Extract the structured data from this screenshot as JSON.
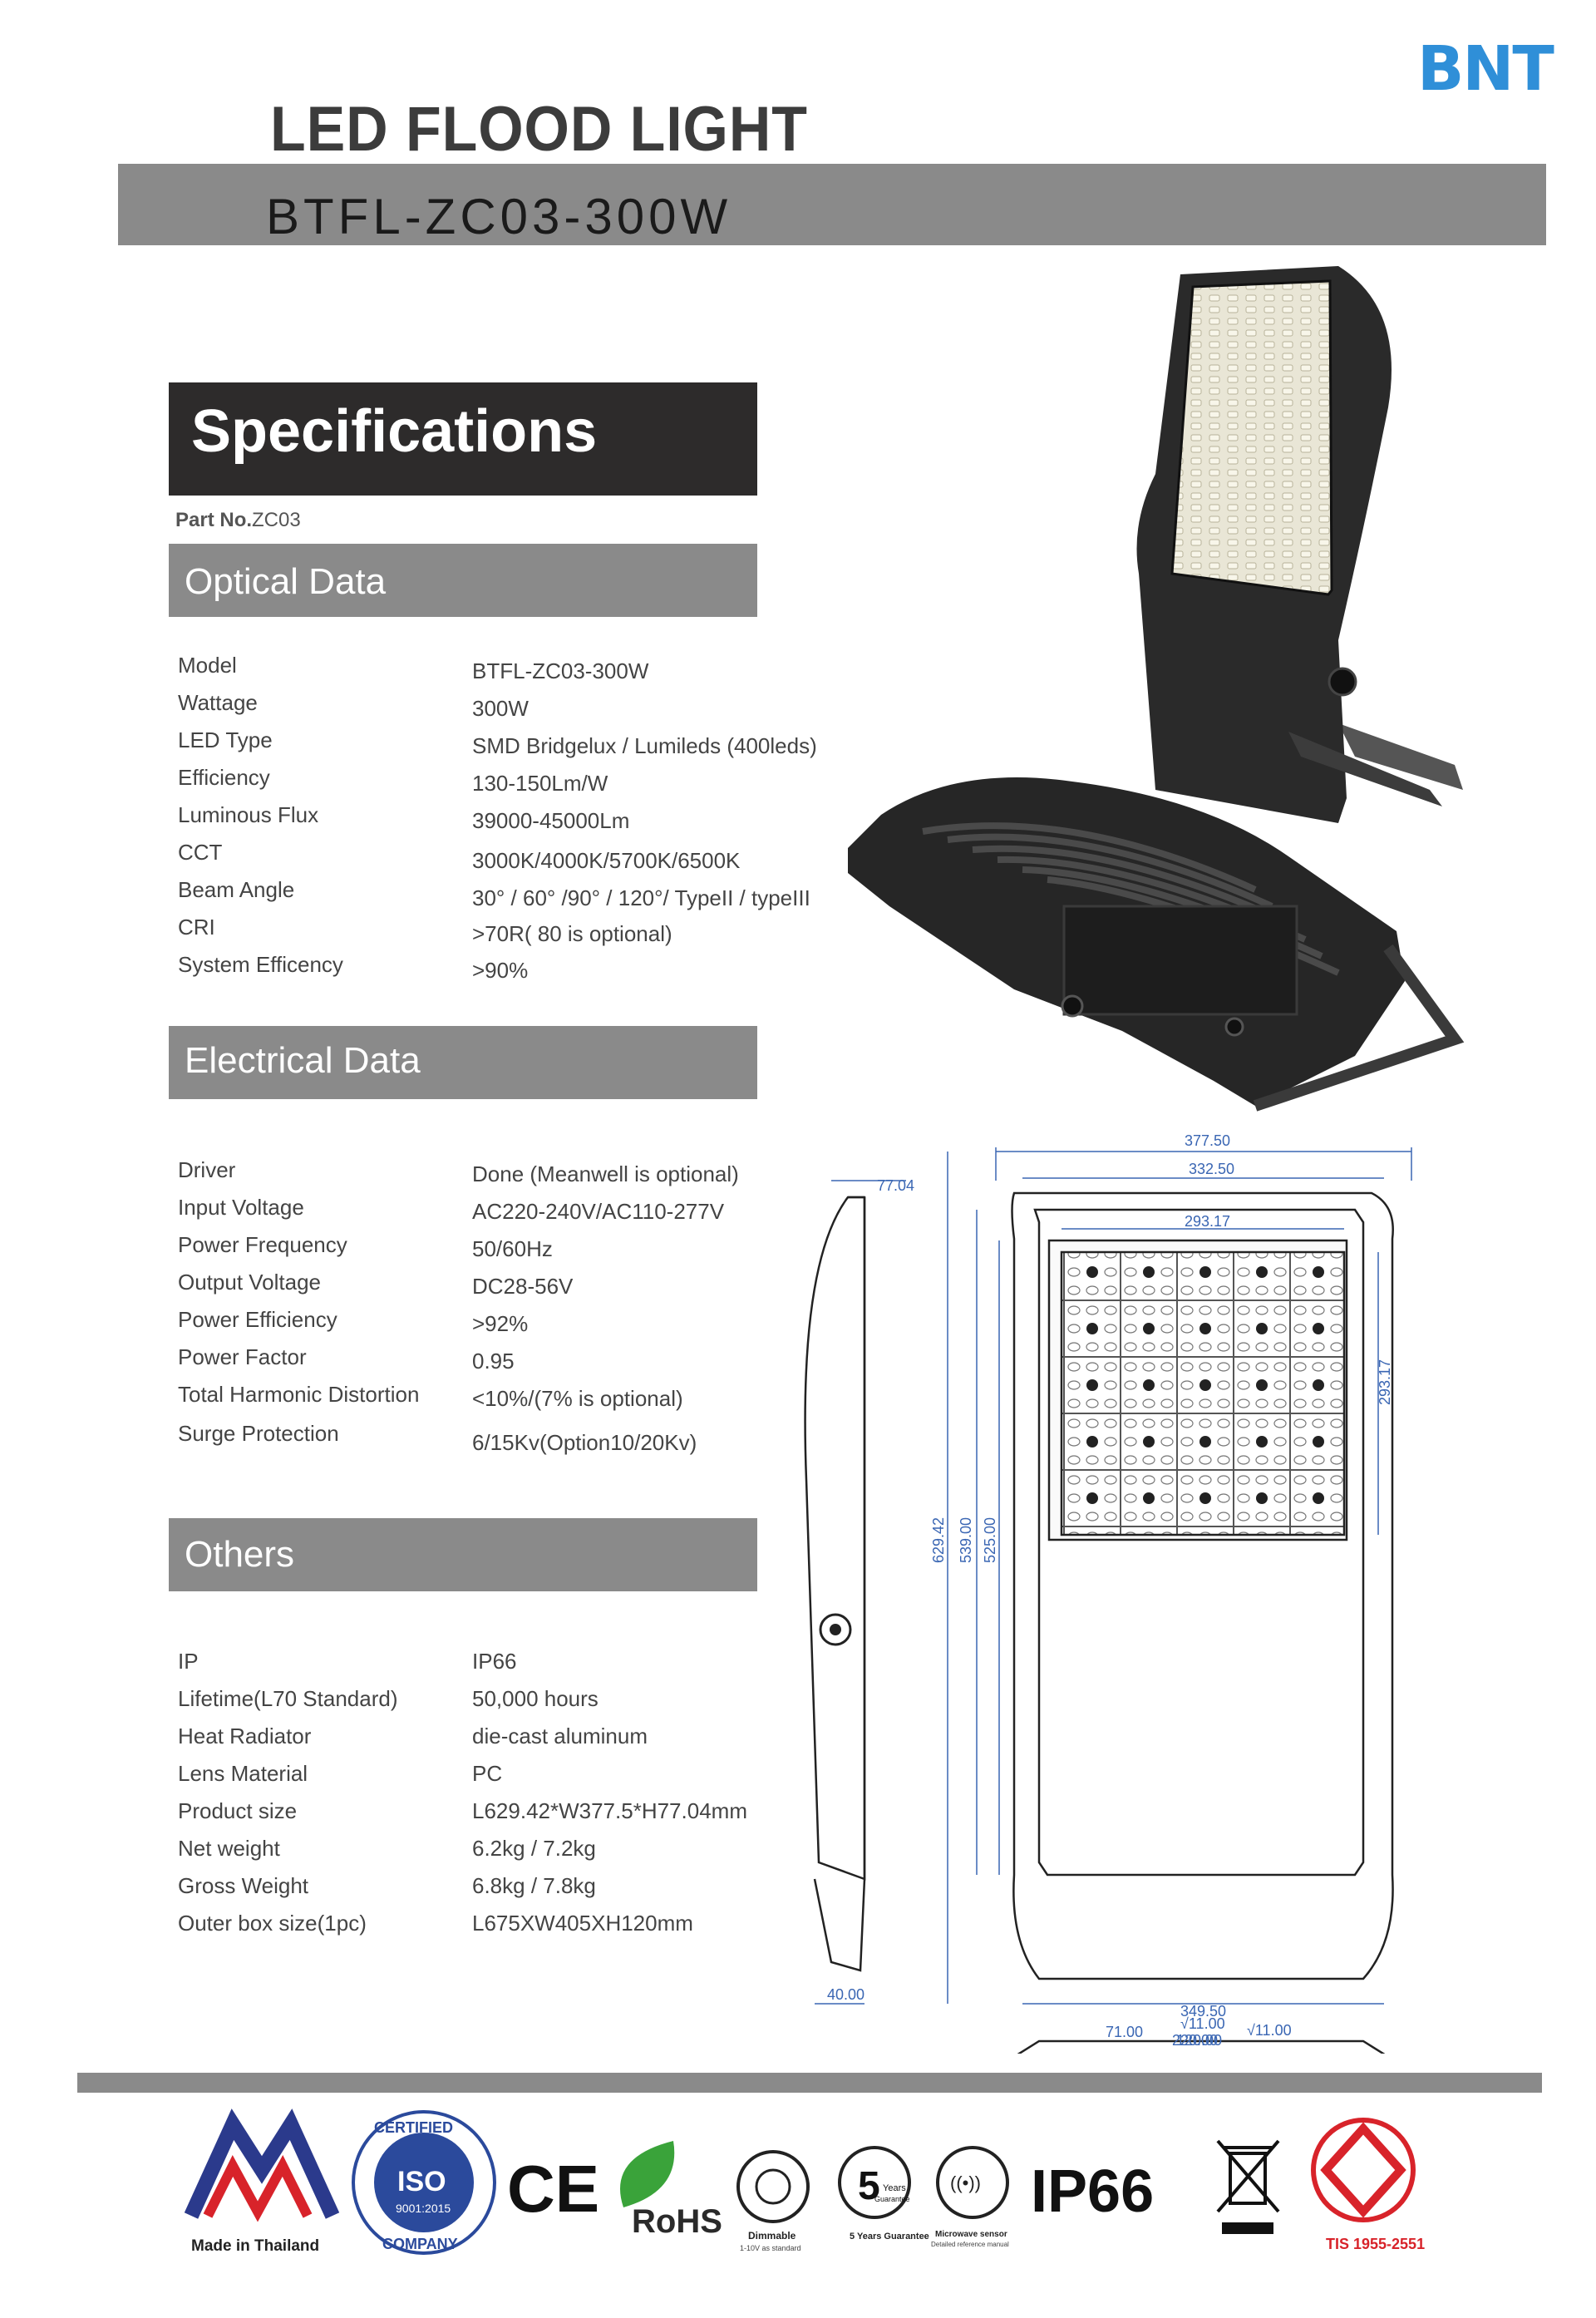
{
  "brand": {
    "logo_text": "BNT"
  },
  "header": {
    "title": "LED FLOOD LIGHT",
    "model": "BTFL-ZC03-300W"
  },
  "specifications": {
    "heading": "Specifications",
    "part_no_label": "Part No.",
    "part_no_value": "ZC03"
  },
  "optical": {
    "heading": "Optical Data",
    "rows": [
      {
        "label": "Model",
        "value": "BTFL-ZC03-300W"
      },
      {
        "label": "Wattage",
        "value": "300W"
      },
      {
        "label": "LED Type",
        "value": "SMD Bridgelux / Lumileds (400leds)"
      },
      {
        "label": "Efficiency",
        "value": "130-150Lm/W"
      },
      {
        "label": "Luminous Flux",
        "value": "39000-45000Lm"
      },
      {
        "label": "CCT",
        "value": "3000K/4000K/5700K/6500K"
      },
      {
        "label": "Beam Angle",
        "value": "30° / 60° /90° / 120°/ TypeII / typeIII"
      },
      {
        "label": "CRI",
        "value": ">70R( 80 is optional)"
      },
      {
        "label": "System Efficency",
        "value": ">90%"
      }
    ]
  },
  "electrical": {
    "heading": "Electrical Data",
    "rows": [
      {
        "label": "Driver",
        "value": "Done (Meanwell is optional)"
      },
      {
        "label": "Input Voltage",
        "value": "AC220-240V/AC110-277V"
      },
      {
        "label": "Power Frequency",
        "value": "50/60Hz"
      },
      {
        "label": "Output Voltage",
        "value": "DC28-56V"
      },
      {
        "label": "Power Efficiency",
        "value": ">92%"
      },
      {
        "label": "Power Factor",
        "value": "0.95"
      },
      {
        "label": "Total Harmonic Distortion",
        "value": "<10%/(7% is optional)"
      },
      {
        "label": "Surge Protection",
        "value": "6/15Kv(Option10/20Kv)"
      }
    ]
  },
  "others": {
    "heading": "Others",
    "rows": [
      {
        "label": "IP",
        "value": "IP66"
      },
      {
        "label": "Lifetime(L70 Standard)",
        "value": "50,000 hours"
      },
      {
        "label": "Heat Radiator",
        "value": "die-cast aluminum"
      },
      {
        "label": "Lens Material",
        "value": "PC"
      },
      {
        "label": "Product size",
        "value": "L629.42*W377.5*H77.04mm"
      },
      {
        "label": "Net weight",
        "value": "6.2kg / 7.2kg"
      },
      {
        "label": "Gross Weight",
        "value": "6.8kg / 7.8kg"
      },
      {
        "label": "Outer box size(1pc)",
        "value": "L675XW405XH120mm"
      }
    ]
  },
  "dimensions": {
    "overall_width": "377.50",
    "inner_width": "332.50",
    "module_width": "293.17",
    "module_height": "293.17",
    "depth": "77.04",
    "bracket_depth": "40.00",
    "overall_length": "629.42",
    "length_2": "539.00",
    "length_3": "525.00",
    "bottom_width": "349.50",
    "top_offset": "71.00",
    "hole_1": "√11.00",
    "hole_2": "√11.00",
    "hole_spacing_1": "120.00",
    "hole_spacing_2": "220.00"
  },
  "certifications": {
    "made_in": "Made in Thailand",
    "iso_ring_top": "CERTIFIED",
    "iso_ring_bottom": "COMPANY",
    "iso_main": "ISO",
    "iso_std": "9001:2015",
    "ce": "CE",
    "rohs": "RoHS",
    "dimmable": "Dimmable",
    "dimmable_sub": "1-10V as standard",
    "warranty_number": "5",
    "warranty_years": "Years",
    "warranty_guarantee": "Guarantee",
    "warranty_caption": "5 Years Guarantee",
    "microwave": "Microwave sensor",
    "microwave_sub": "Detailed reference manual",
    "ip": "IP66",
    "tis": "TIS 1955-2551"
  },
  "colors": {
    "band_gray": "#8a8a8a",
    "dark_box": "#2d2b2b",
    "brand_blue": "#2f8fd8",
    "dim_blue": "#3a66b3",
    "tis_red": "#d8232a"
  }
}
